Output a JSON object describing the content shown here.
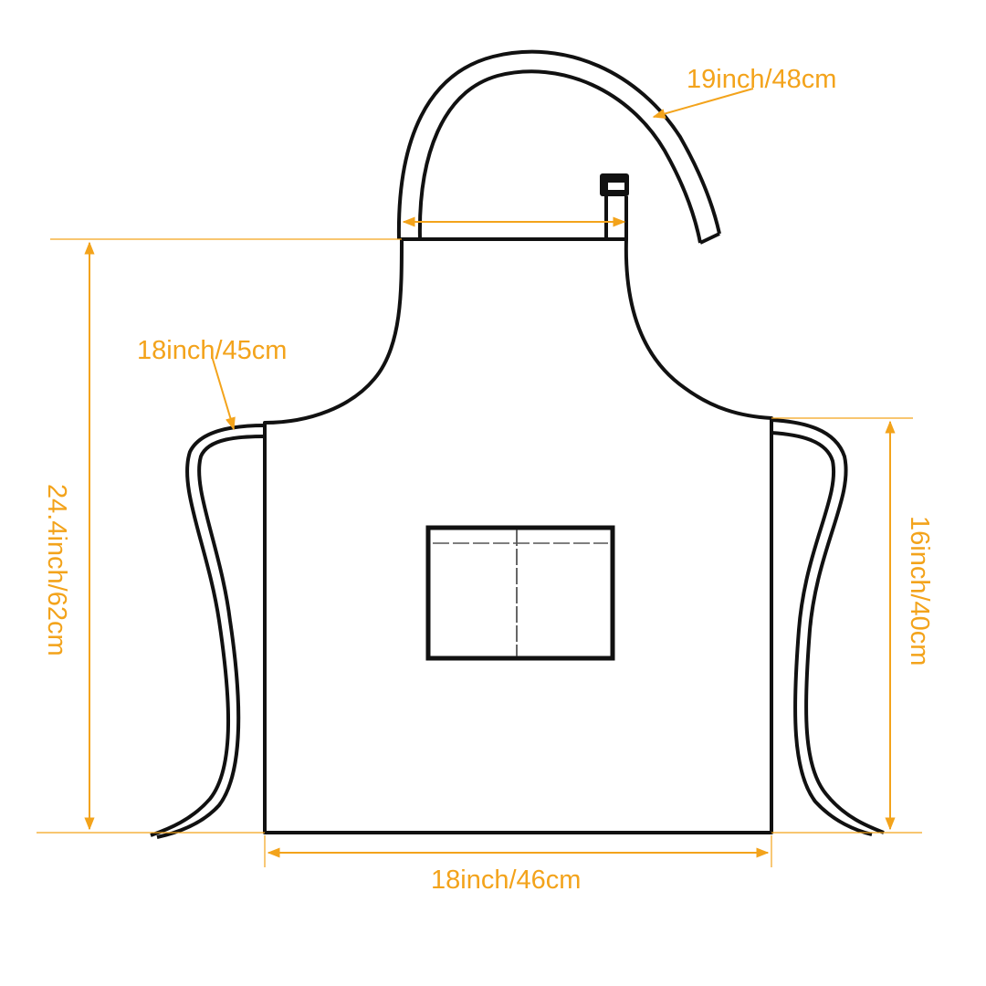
{
  "title": "Apron size diagram",
  "colors": {
    "accent": "#f3a31b",
    "outline": "#111111"
  },
  "measurements": {
    "neck_strap": "19inch/48cm",
    "waist_tie": "18inch/45cm",
    "total_length": "24.4inch/62cm",
    "side_length": "16inch/40cm",
    "width": "18inch/46cm"
  }
}
